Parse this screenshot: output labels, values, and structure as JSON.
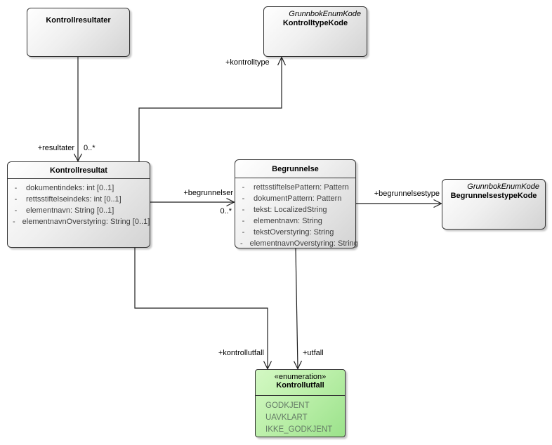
{
  "colors": {
    "background": "#ffffff",
    "node_border": "#333333",
    "node_fill_top": "#ffffff",
    "node_fill_bottom": "#d3d3d3",
    "enum_fill_top": "#d3f8c3",
    "enum_fill_bottom": "#9be28b",
    "attribute_text": "#3e3e3e",
    "literal_text": "#647a66",
    "connector_line": "#1e1e1e"
  },
  "nodes": {
    "kontrollresultater": {
      "title": "Kontrollresultater"
    },
    "kontrolltypekode": {
      "stereotype": "GrunnbokEnumKode",
      "title": "KontrolltypeKode"
    },
    "kontrollresultat": {
      "title": "Kontrollresultat",
      "attributes": [
        {
          "vis": "-",
          "text": "dokumentindeks: int [0..1]"
        },
        {
          "vis": "-",
          "text": "rettsstiftelseindeks: int [0..1]"
        },
        {
          "vis": "-",
          "text": "elementnavn: String [0..1]"
        },
        {
          "vis": "-",
          "text": "elementnavnOverstyring: String [0..1]"
        }
      ]
    },
    "begrunnelse": {
      "title": "Begrunnelse",
      "attributes": [
        {
          "vis": "-",
          "text": "rettsstiftelsePattern: Pattern"
        },
        {
          "vis": "-",
          "text": "dokumentPattern: Pattern"
        },
        {
          "vis": "-",
          "text": "tekst: LocalizedString"
        },
        {
          "vis": "-",
          "text": "elementnavn: String"
        },
        {
          "vis": "-",
          "text": "tekstOverstyring: String"
        },
        {
          "vis": "-",
          "text": "elementnavnOverstyring: String"
        }
      ]
    },
    "begrunnelsestypekode": {
      "stereotype": "GrunnbokEnumKode",
      "title": "BegrunnelsestypeKode"
    },
    "kontrollutfall": {
      "stereotype": "«enumeration»",
      "title": "Kontrollutfall",
      "literals": [
        "GODKJENT",
        "UAVKLART",
        "IKKE_GODKJENT"
      ]
    }
  },
  "connectors": {
    "resultater": {
      "label": "+resultater",
      "multiplicity": "0..*"
    },
    "kontrolltype": {
      "label": "+kontrolltype"
    },
    "begrunnelser": {
      "label": "+begrunnelser",
      "multiplicity": "0..*"
    },
    "begrunnelsestype": {
      "label": "+begrunnelsestype"
    },
    "kontrollutfall": {
      "label": "+kontrollutfall"
    },
    "utfall": {
      "label": "+utfall"
    }
  }
}
